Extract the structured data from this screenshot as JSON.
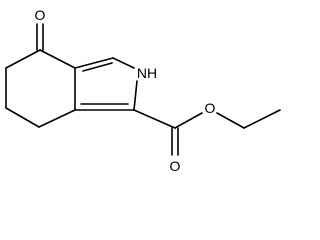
{
  "structure": {
    "atoms": {
      "ketone_oxygen": "O",
      "pyrrole_nh": "NH",
      "ester_oxygen_single": "O",
      "ester_oxygen_double": "O"
    }
  },
  "colors": {
    "bond": "#000000",
    "background": "#ffffff"
  }
}
